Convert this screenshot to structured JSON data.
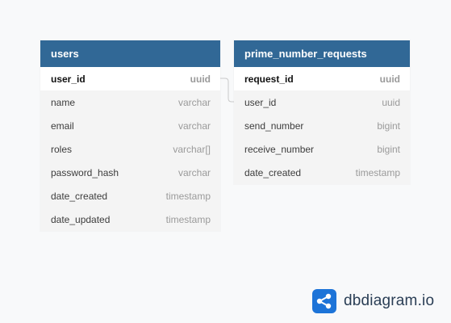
{
  "tables": [
    {
      "name": "users",
      "fields": [
        {
          "name": "user_id",
          "type": "uuid",
          "pk": true
        },
        {
          "name": "name",
          "type": "varchar"
        },
        {
          "name": "email",
          "type": "varchar"
        },
        {
          "name": "roles",
          "type": "varchar[]"
        },
        {
          "name": "password_hash",
          "type": "varchar"
        },
        {
          "name": "date_created",
          "type": "timestamp"
        },
        {
          "name": "date_updated",
          "type": "timestamp"
        }
      ]
    },
    {
      "name": "prime_number_requests",
      "fields": [
        {
          "name": "request_id",
          "type": "uuid",
          "pk": true
        },
        {
          "name": "user_id",
          "type": "uuid"
        },
        {
          "name": "send_number",
          "type": "bigint"
        },
        {
          "name": "receive_number",
          "type": "bigint"
        },
        {
          "name": "date_created",
          "type": "timestamp"
        }
      ]
    }
  ],
  "relationships": [
    {
      "from": "users.user_id",
      "to": "prime_number_requests.user_id"
    }
  ],
  "brand": {
    "name": "dbdiagram.io",
    "icon": "share-nodes-icon",
    "color": "#1d74d8"
  },
  "colors": {
    "header": "#316896",
    "background": "#f8f9fa"
  }
}
